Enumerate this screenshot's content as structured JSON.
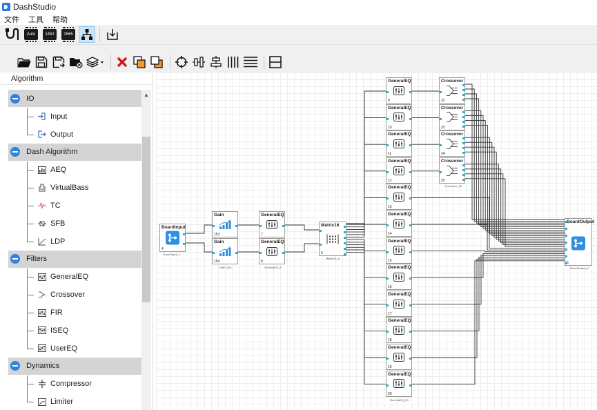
{
  "window": {
    "title": "DashStudio"
  },
  "menu": [
    "文件",
    "工具",
    "帮助"
  ],
  "toolbar1": [
    "connect",
    "Auto",
    "1452",
    "1565",
    "topology",
    "download"
  ],
  "panel": {
    "title": "Algorithm",
    "categories": [
      {
        "label": "IO",
        "items": [
          "Input",
          "Output"
        ]
      },
      {
        "label": "Dash Algorithm",
        "items": [
          "AEQ",
          "VirtualBass",
          "TC",
          "SFB",
          "LDP"
        ]
      },
      {
        "label": "Filters",
        "items": [
          "GeneralEQ",
          "Crossover",
          "FIR",
          "ISEQ",
          "UserEQ"
        ]
      },
      {
        "label": "Dynamics",
        "items": [
          "Compressor",
          "Limiter"
        ]
      }
    ]
  },
  "diagram": {
    "board_input": {
      "title": "BoardInput",
      "num": "4",
      "caption": "BoardInput_4"
    },
    "gains": [
      {
        "title": "Gain",
        "num": "153"
      },
      {
        "title": "Gain",
        "num": "154"
      }
    ],
    "gain_caption": "Gain_154",
    "eq_pair": [
      {
        "title": "GeneralEQ",
        "num": "7"
      },
      {
        "title": "GeneralEQ",
        "num": "8"
      }
    ],
    "eq_pair_caption": "GeneralEQ_8",
    "matrix": {
      "title": "Matrix16",
      "num": "6",
      "caption": "Matrix16_6"
    },
    "eq_column": [
      {
        "title": "GeneralEQ",
        "num": "9"
      },
      {
        "title": "GeneralEQ",
        "num": "10"
      },
      {
        "title": "GeneralEQ",
        "num": "11"
      },
      {
        "title": "GeneralEQ",
        "num": "12"
      },
      {
        "title": "GeneralEQ",
        "num": "13"
      },
      {
        "title": "GeneralEQ",
        "num": "14"
      },
      {
        "title": "GeneralEQ",
        "num": "15"
      },
      {
        "title": "GeneralEQ",
        "num": "16"
      },
      {
        "title": "GeneralEQ",
        "num": "17"
      },
      {
        "title": "GeneralEQ",
        "num": "18"
      },
      {
        "title": "GeneralEQ",
        "num": "19"
      },
      {
        "title": "GeneralEQ",
        "num": "20"
      }
    ],
    "eq_column_caption": "GeneralEQ_20",
    "crossovers": [
      {
        "title": "Crossover",
        "num": "22"
      },
      {
        "title": "Crossover",
        "num": "23"
      },
      {
        "title": "Crossover",
        "num": "24"
      },
      {
        "title": "Crossover",
        "num": "25"
      }
    ],
    "crossover_caption": "Crossover_25",
    "board_output": {
      "title": "BoardOutput",
      "num": "5",
      "caption": "BoardOutput_5"
    }
  },
  "colors": {
    "accent": "#2c84e0",
    "port": "#38a9c8",
    "category_bg": "#d4d4d4"
  }
}
